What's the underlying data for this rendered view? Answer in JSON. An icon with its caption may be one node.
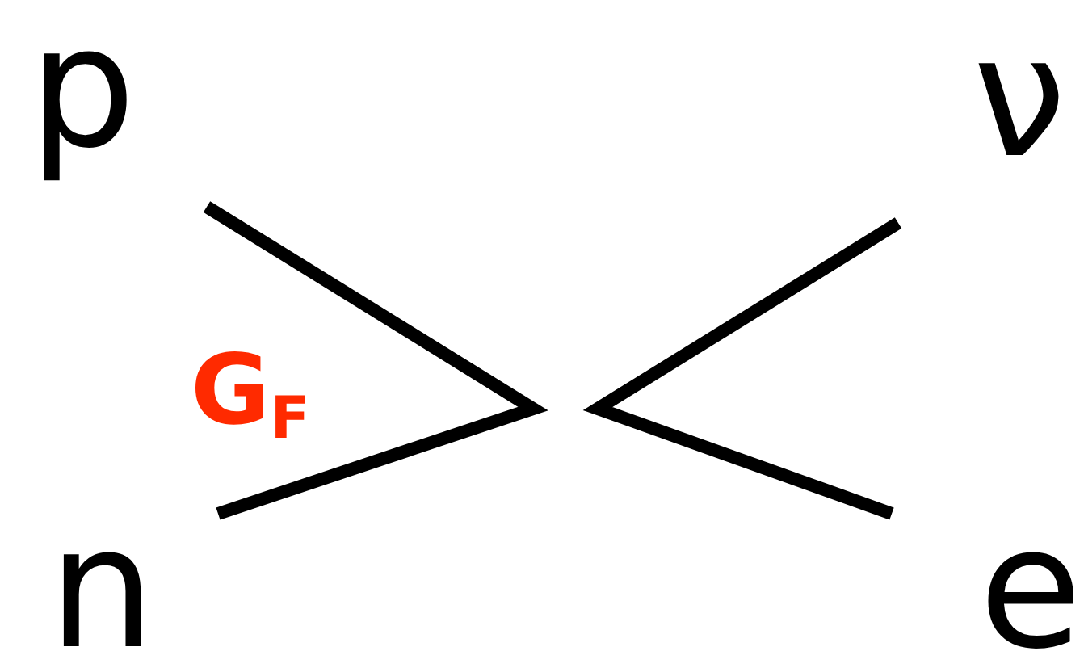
{
  "diagram": {
    "nodes": [
      {
        "text": [
          "p"
        ]
      },
      {
        "text": [
          "ν"
        ]
      },
      {
        "text": [
          "n"
        ]
      },
      {
        "text": [
          "e"
        ]
      }
    ],
    "edges": [
      {
        "from": 0,
        "to": 2,
        "arrow": "none"
      },
      {
        "from": 1,
        "to": 3,
        "arrow": "none"
      }
    ],
    "labels": [
      "G$_{F}$"
    ]
  }
}
